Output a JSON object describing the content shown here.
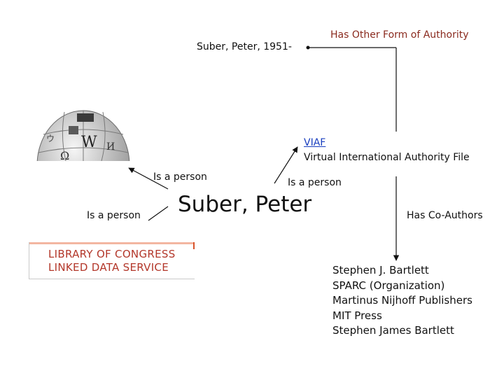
{
  "nodes": {
    "authority_heading": "Suber, Peter, 1951-",
    "other_form": "Has Other Form of Authority",
    "viaf_link": "VIAF",
    "viaf_full": "Virtual International Authority File",
    "center": "Suber, Peter",
    "co_authors": "Has Co-Authors"
  },
  "edges": {
    "wiki_relation": "Is a person",
    "viaf_relation": "Is a person",
    "loc_relation": "Is a person"
  },
  "logos": {
    "wikipedia": "wikipedia-globe-logo",
    "loc_line1": "LIBRARY OF CONGRESS",
    "loc_line2": "LINKED DATA SERVICE"
  },
  "co_authors_list": [
    "Stephen J. Bartlett",
    "SPARC (Organization)",
    "Martinus Nijhoff Publishers",
    "MIT Press",
    "Stephen James Bartlett"
  ],
  "colors": {
    "link": "#1a3fbf",
    "loc_red": "#b3372a"
  }
}
